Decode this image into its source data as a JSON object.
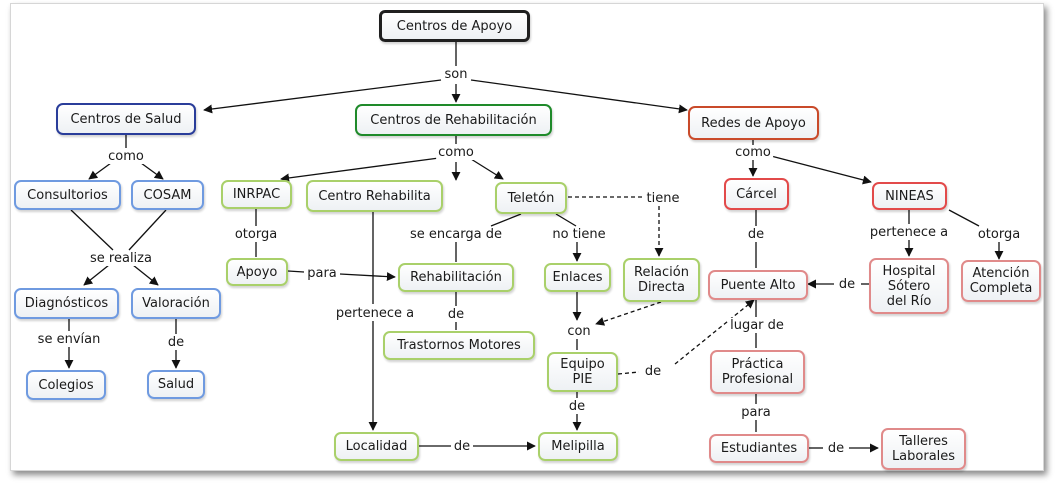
{
  "nodes": {
    "root": "Centros de Apoyo",
    "centros_salud": "Centros de Salud",
    "centros_rehab": "Centros de Rehabilitación",
    "redes_apoyo": "Redes de Apoyo",
    "consultorios": "Consultorios",
    "cosam": "COSAM",
    "diagnosticos": "Diagnósticos",
    "valoracion": "Valoración",
    "colegios": "Colegios",
    "salud": "Salud",
    "inrpac": "INRPAC",
    "centro_rehabilita": "Centro Rehabilita",
    "teleton": "Teletón",
    "apoyo": "Apoyo",
    "rehabilitacion": "Rehabilitación",
    "trastornos": "Trastornos Motores",
    "enlaces": "Enlaces",
    "relacion_directa": "Relación\nDirecta",
    "equipo_pie": "Equipo\nPIE",
    "localidad": "Localidad",
    "melipilla": "Melipilla",
    "carcel": "Cárcel",
    "nineas": "NINEAS",
    "puente_alto": "Puente Alto",
    "hospital": "Hospital\nSótero\ndel Río",
    "atencion": "Atención\nCompleta",
    "practica": "Práctica\nProfesional",
    "estudiantes": "Estudiantes",
    "talleres": "Talleres\nLaborales"
  },
  "links": {
    "son": "son",
    "como_salud": "como",
    "como_rehab": "como",
    "como_redes": "como",
    "se_realiza": "se realiza",
    "se_envian": "se envían",
    "de_salud": "de",
    "otorga_inrpac": "otorga",
    "para_apoyo": "para",
    "se_encarga_de": "se encarga de",
    "de_trastornos": "de",
    "no_tiene": "no tiene",
    "tiene": "tiene",
    "con": "con",
    "de_pie_melipilla": "de",
    "de_pie_puente": "de",
    "pertenece_a_rehab": "pertenece a",
    "de_localidad": "de",
    "de_carcel": "de",
    "pertenece_a_nineas": "pertenece a",
    "otorga_nineas": "otorga",
    "de_hospital": "de",
    "lugar_de": "lugar de",
    "para_practica": "para",
    "de_estudiantes": "de"
  },
  "colors": {
    "root": "#1f1f1f",
    "salud_main": "#2a3d9a",
    "salud": "#6f9ae0",
    "rehab_main": "#1f8a2a",
    "rehab": "#a9d06a",
    "redes_main": "#c94a2a",
    "redes": "#e24a4a",
    "redes_light": "#e08a8a"
  }
}
